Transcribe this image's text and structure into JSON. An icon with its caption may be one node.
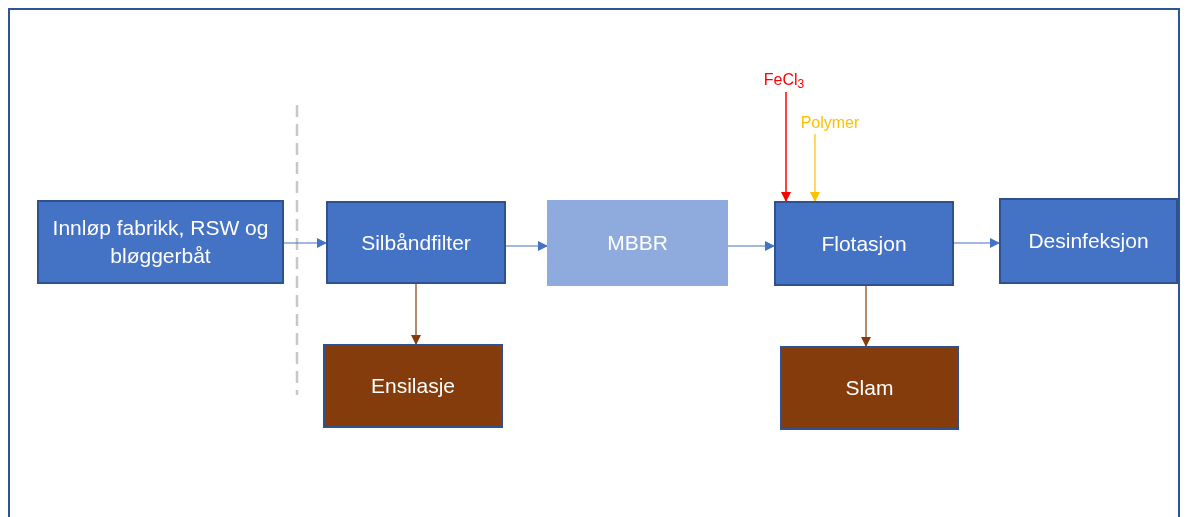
{
  "diagram": {
    "nodes": [
      {
        "text": [
          "Innløp fabrikk, RSW og bløggerbåt"
        ]
      },
      {
        "text": [
          "Silbåndfilter"
        ]
      },
      {
        "text": [
          "MBBR"
        ]
      },
      {
        "text": [
          "Flotasjon"
        ]
      },
      {
        "text": [
          "Desinfeksjon"
        ]
      },
      {
        "text": [
          "Ensilasje"
        ]
      },
      {
        "text": [
          "Slam"
        ]
      },
      {
        "text": [
          "FeCl$_{3}$"
        ]
      },
      {
        "text": [
          "Polymer"
        ]
      }
    ],
    "edges": [
      {
        "from": 0,
        "to": 1,
        "arrow": "to"
      },
      {
        "from": 1,
        "to": 2,
        "arrow": "to"
      },
      {
        "from": 2,
        "to": 3,
        "arrow": "to"
      },
      {
        "from": 3,
        "to": 4,
        "arrow": "to"
      },
      {
        "from": 1,
        "to": 5,
        "arrow": "to",
        "color": "#843c0c"
      },
      {
        "from": 3,
        "to": 6,
        "arrow": "to",
        "color": "#843c0c"
      },
      {
        "from": 7,
        "to": 3,
        "arrow": "to",
        "color": "#ff0000"
      },
      {
        "from": 8,
        "to": 3,
        "arrow": "to",
        "color": "#ffc000"
      }
    ]
  }
}
